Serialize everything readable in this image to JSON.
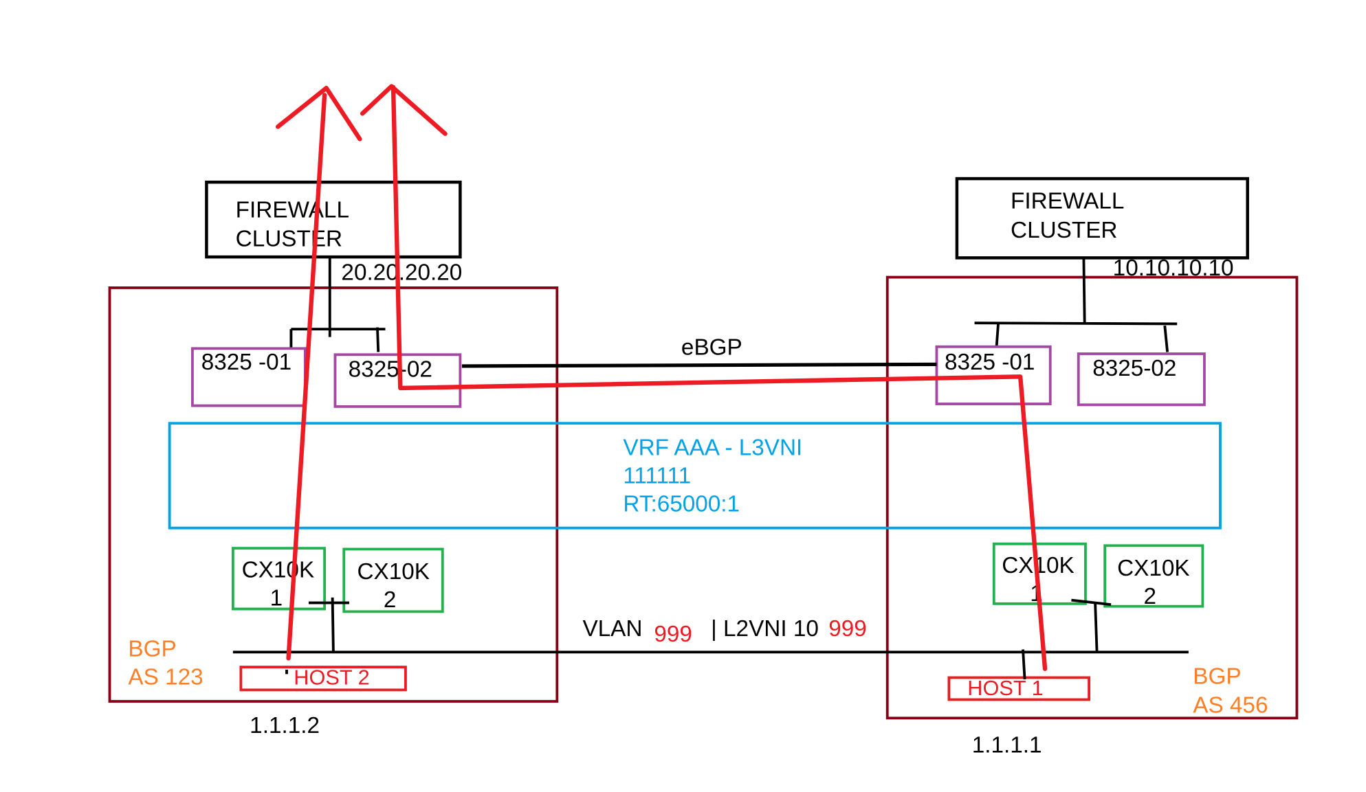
{
  "colors": {
    "site_border": "#880015",
    "spine_border": "#A349A4",
    "leaf_border": "#22B14C",
    "vrf_border": "#00A2E8",
    "host_border": "#ED1C24",
    "traffic_path": "#ED1C24",
    "bgp_label": "#FF7F27",
    "link": "#000000"
  },
  "left_site": {
    "firewall": {
      "line1": "FIREWALL",
      "line2": "CLUSTER",
      "ip": "20.20.20.20"
    },
    "spine1": "8325 -01",
    "spine2": "8325-02",
    "leaf1": {
      "line1": "CX10K",
      "line2": "1"
    },
    "leaf2": {
      "line1": "CX10K",
      "line2": "2"
    },
    "host": {
      "label": "HOST 2",
      "ip": "1.1.1.2"
    },
    "bgp": {
      "line1": "BGP",
      "line2": "AS 123"
    }
  },
  "right_site": {
    "firewall": {
      "line1": "FIREWALL",
      "line2": "CLUSTER",
      "ip": "10.10.10.10"
    },
    "spine1": "8325 -01",
    "spine2": "8325-02",
    "leaf1": {
      "line1": "CX10K",
      "line2": "1"
    },
    "leaf2": {
      "line1": "CX10K",
      "line2": "2"
    },
    "host": {
      "label": "HOST 1",
      "ip": "1.1.1.1"
    },
    "bgp": {
      "line1": "BGP",
      "line2": "AS 456"
    }
  },
  "interconnect": {
    "label": "eBGP"
  },
  "vrf": {
    "line1": "VRF AAA - L3VNI",
    "line2": "111111",
    "line3": "RT:65000:1"
  },
  "l2_segment": {
    "vlan_prefix": "VLAN",
    "vlan_id": "999",
    "separator": "| L2VNI 10",
    "vni_suffix": "999"
  }
}
